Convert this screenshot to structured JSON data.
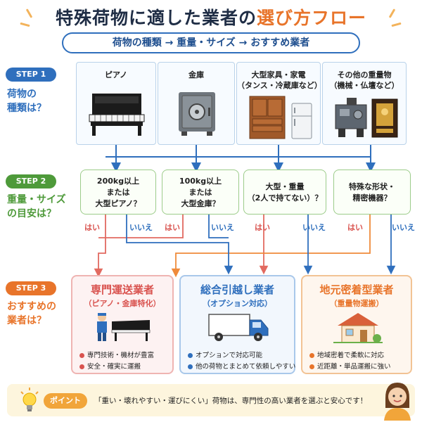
{
  "header": {
    "title_main": "特殊荷物に適した業者の",
    "title_accent": "選び方フロー",
    "subtitle": "荷物の種類 → 重量・サイズ → おすすめ業者"
  },
  "steps": [
    {
      "badge": "STEP 1",
      "question_l1": "荷物の",
      "question_l2": "種類は？",
      "color": "#2f6fbd"
    },
    {
      "badge": "STEP 2",
      "question_l1": "重量・サイズ",
      "question_l2": "の目安は？",
      "color": "#4e9a3a"
    },
    {
      "badge": "STEP 3",
      "question_l1": "おすすめの",
      "question_l2": "業者は？",
      "color": "#e8742a"
    }
  ],
  "items": [
    {
      "label_l1": "ピアノ",
      "label_l2": ""
    },
    {
      "label_l1": "金庫",
      "label_l2": ""
    },
    {
      "label_l1": "大型家具・家電",
      "label_l2": "（タンス・冷蔵庫など）"
    },
    {
      "label_l1": "その他の重量物",
      "label_l2": "（機械・仏壇など）"
    }
  ],
  "questions": [
    {
      "l1": "200kg以上",
      "l2": "または",
      "l3": "大型ピアノ？"
    },
    {
      "l1": "100kg以上",
      "l2": "または",
      "l3": "大型金庫？"
    },
    {
      "l1": "大型・重量",
      "l2": "（2人で持てない）？",
      "l3": ""
    },
    {
      "l1": "特殊な形状・",
      "l2": "精密機器？",
      "l3": ""
    }
  ],
  "answers": {
    "yes": "はい",
    "no": "いいえ"
  },
  "vendors": [
    {
      "name": "専門運送業者",
      "sub": "（ピアノ・金庫特化）",
      "b1": "専門技術・機材が豊富",
      "b2": "安全・確実に運搬",
      "color": "#d9534f",
      "bg": "#fdf2f2",
      "border": "#efb4b2"
    },
    {
      "name": "総合引越し業者",
      "sub": "（オプション対応）",
      "b1": "オプションで対応可能",
      "b2": "他の荷物とまとめて依頼しやすい",
      "color": "#2f6fbd",
      "bg": "#f2f7fd",
      "border": "#a9c8ea"
    },
    {
      "name": "地元密着型業者",
      "sub": "（重量物運搬）",
      "b1": "地域密着で柔軟に対応",
      "b2": "近距離・単品運搬に強い",
      "color": "#e8742a",
      "bg": "#fef6ee",
      "border": "#f2c394"
    }
  ],
  "point": {
    "tag": "ポイント",
    "text": "「重い・壊れやすい・運びにくい」荷物は、専門性の高い業者を選ぶと安心です！"
  }
}
